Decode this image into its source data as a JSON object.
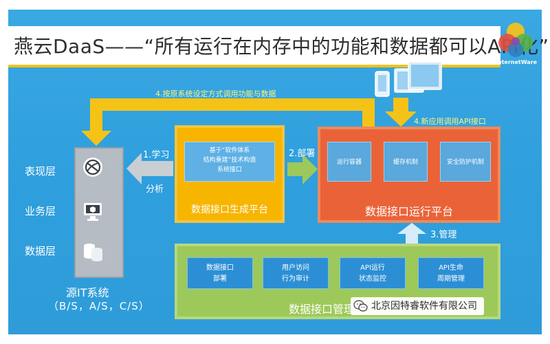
{
  "title": "燕云DaaS——“所有运行在内存中的功能和数据都可以API化”",
  "logo": {
    "name": "InternetWare",
    "colors": [
      "#e94d3c",
      "#f6c21a",
      "#5ab348",
      "#2f7cc2",
      "#8e44ad"
    ]
  },
  "arrows": {
    "step4_top": "4.按原系统设定方式调用功能与数据",
    "step4_right": "4.新应用调用API接口",
    "step1_a": "1.学习",
    "step1_b": "分析",
    "step2": "2.部署",
    "step3": "3.管理"
  },
  "source_system": {
    "layers": [
      "表现层",
      "业务层",
      "数据层"
    ],
    "icons": [
      "globe-icon",
      "monitor-icon",
      "database-icon"
    ],
    "name": "源IT系统",
    "sub": "（B/S，A/S，C/S）"
  },
  "gen_platform": {
    "desc_line1": "基于“软件体系",
    "desc_line2": "结构重建”技术构造",
    "desc_line3": "系统接口",
    "label": "数据接口生成平台"
  },
  "run_platform": {
    "items": [
      "运行容器",
      "缓存机制",
      "安全防护机制"
    ],
    "label": "数据接口运行平台"
  },
  "mgmt_platform": {
    "items": [
      {
        "line1": "数据接口",
        "line2": "部署"
      },
      {
        "line1": "用户访问",
        "line2": "行为审计"
      },
      {
        "line1": "API运行",
        "line2": "状态监控"
      },
      {
        "line1": "API生命",
        "line2": "周期管理"
      }
    ],
    "label": "数据接口管理平"
  },
  "company": "北京因特睿软件有限公司",
  "colors": {
    "background": "#2f9fdd",
    "title_underline": "#f5c318",
    "gen_platform": "#f7b500",
    "run_platform": "#ea6338",
    "mgmt_platform": "#9dc95a",
    "inner_box": "#5eb0e5"
  }
}
